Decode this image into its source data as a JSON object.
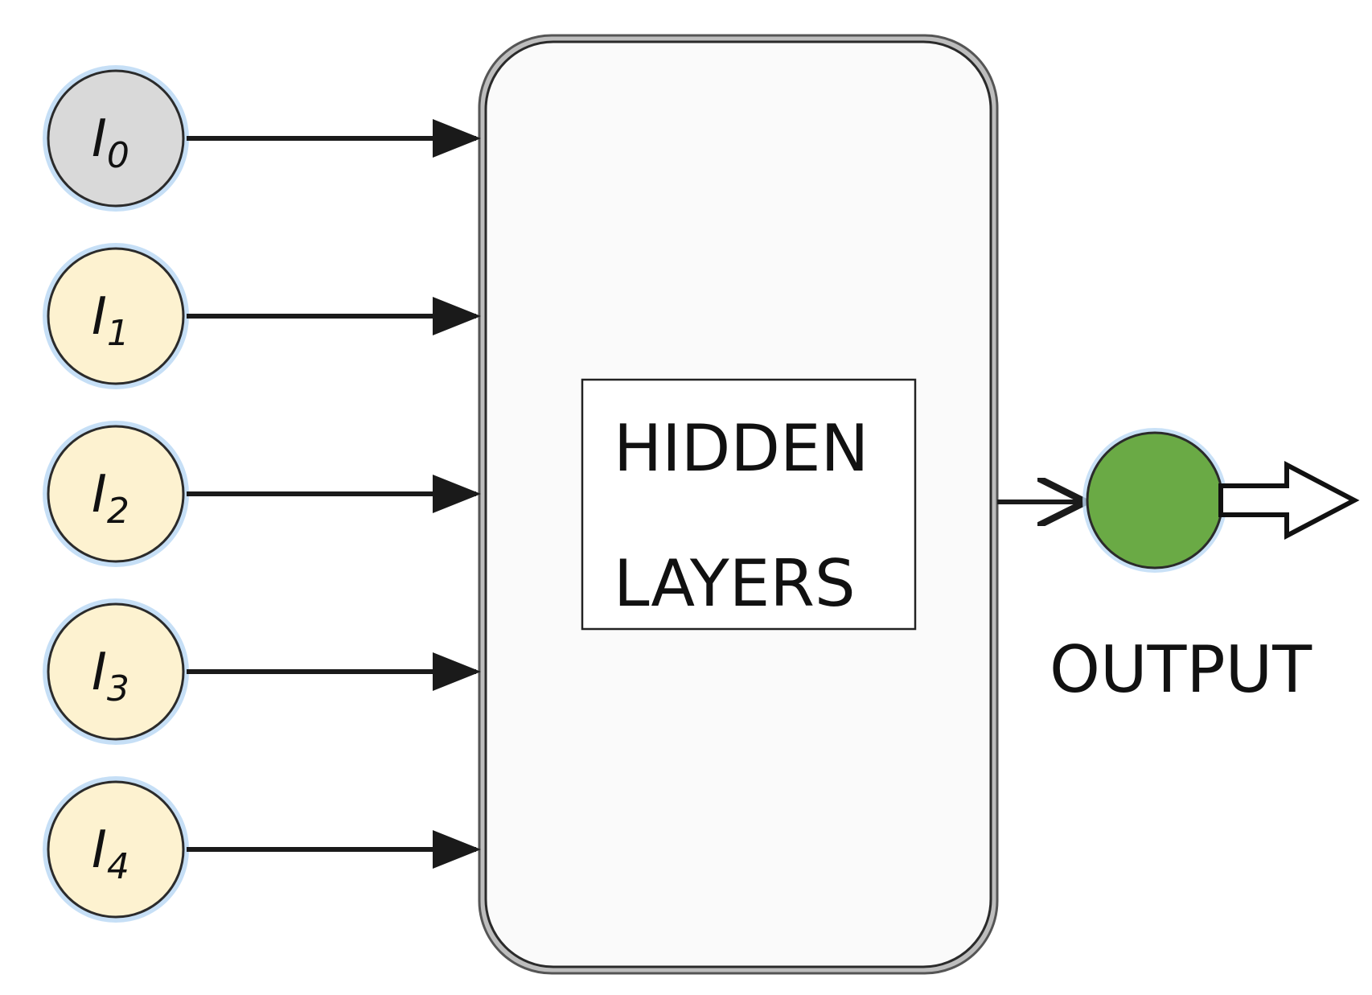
{
  "inputs": [
    {
      "main": "I",
      "sub": "0",
      "fill": "#d9d9d9"
    },
    {
      "main": "I",
      "sub": "1",
      "fill": "#fdf2d0"
    },
    {
      "main": "I",
      "sub": "2",
      "fill": "#fdf2d0"
    },
    {
      "main": "I",
      "sub": "3",
      "fill": "#fdf2d0"
    },
    {
      "main": "I",
      "sub": "4",
      "fill": "#fdf2d0"
    }
  ],
  "hidden": {
    "line1": "HIDDEN",
    "line2": "LAYERS"
  },
  "output": {
    "label": "OUTPUT",
    "fill": "#6aaa45"
  },
  "colors": {
    "glow": "#bcd9f5",
    "stroke": "#1a1a1a",
    "block_fill": "#fafafa"
  }
}
